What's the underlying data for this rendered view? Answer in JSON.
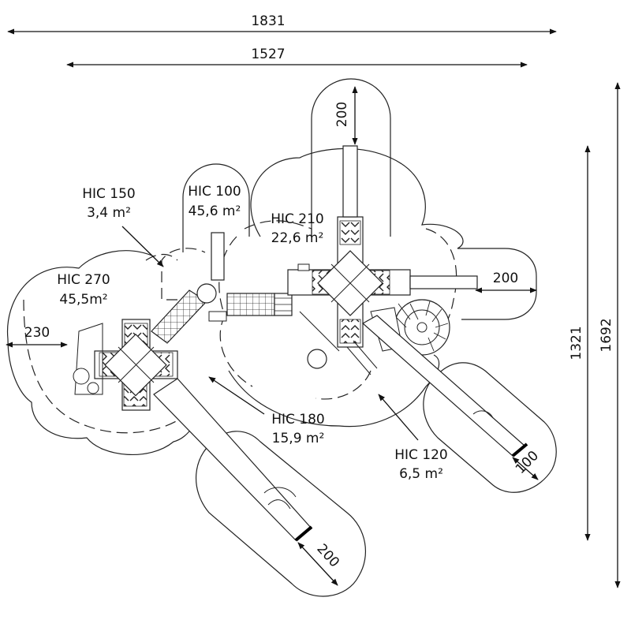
{
  "dimensions": {
    "overall_width": "1831",
    "structure_width": "1527",
    "overall_depth": "1692",
    "structure_depth": "1321",
    "top_clearance": "200",
    "right_clearance": "200",
    "left_clearance": "230",
    "slide_clearance_large": "200",
    "slide_clearance_small": "100"
  },
  "labels": {
    "hic150": {
      "title": "HIC 150",
      "area": "3,4 m²"
    },
    "hic100": {
      "title": "HIC 100",
      "area": "45,6 m²"
    },
    "hic210": {
      "title": "HIC 210",
      "area": "22,6 m²"
    },
    "hic270": {
      "title": "HIC 270",
      "area": "45,5m²"
    },
    "hic180": {
      "title": "HIC 180",
      "area": "15,9 m²"
    },
    "hic120": {
      "title": "HIC 120",
      "area": "6,5 m²"
    }
  }
}
